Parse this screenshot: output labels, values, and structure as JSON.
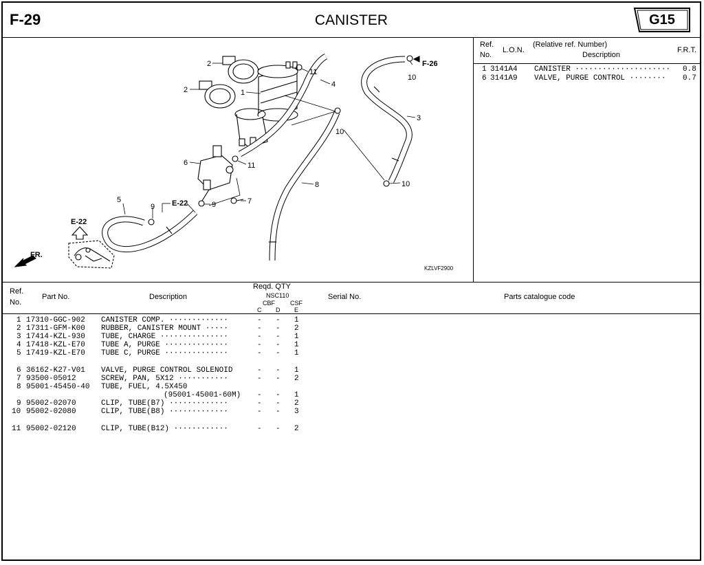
{
  "header": {
    "page_code": "F-29",
    "title": "CANISTER",
    "group_code": "G15"
  },
  "diagram": {
    "callouts": [
      "1",
      "2",
      "2",
      "3",
      "4",
      "5",
      "6",
      "7",
      "8",
      "9",
      "9",
      "10",
      "10",
      "10",
      "11",
      "11"
    ],
    "refs": {
      "f26": "F-26",
      "e22a": "E-22",
      "e22b": "E-22",
      "fr": "FR."
    },
    "drawing_code": "KZLVF2900"
  },
  "ref_table": {
    "headers": {
      "ref": "Ref.",
      "no": "No.",
      "lon": "L.O.N.",
      "rel": "(Relative ref. Number)",
      "desc": "Description",
      "frt": "F.R.T."
    },
    "rows": [
      {
        "ref": "1",
        "lon": "3141A4",
        "desc": "CANISTER ·····················",
        "frt": "0.8"
      },
      {
        "ref": "6",
        "lon": "3141A9",
        "desc": "VALVE, PURGE CONTROL ········",
        "frt": "0.7"
      }
    ]
  },
  "parts_table": {
    "headers": {
      "ref": "Ref.",
      "no": "No.",
      "part": "Part No.",
      "desc": "Description",
      "reqd": "Reqd. QTY",
      "model": "NSC110",
      "cbf": "CBF",
      "csf": "CSF",
      "c": "C",
      "d": "D",
      "e": "E",
      "serial": "Serial No.",
      "catalogue": "Parts catalogue code"
    },
    "rows": [
      {
        "ref": "1",
        "part": "17310-GGC-902",
        "desc": "CANISTER COMP. ·············",
        "c": "-",
        "d": "-",
        "e": "1"
      },
      {
        "ref": "2",
        "part": "17311-GFM-K00",
        "desc": "RUBBER, CANISTER MOUNT ·····",
        "c": "-",
        "d": "-",
        "e": "2"
      },
      {
        "ref": "3",
        "part": "17414-KZL-930",
        "desc": "TUBE, CHARGE ···············",
        "c": "-",
        "d": "-",
        "e": "1"
      },
      {
        "ref": "4",
        "part": "17418-KZL-E70",
        "desc": "TUBE A, PURGE ··············",
        "c": "-",
        "d": "-",
        "e": "1"
      },
      {
        "ref": "5",
        "part": "17419-KZL-E70",
        "desc": "TUBE C, PURGE ··············",
        "c": "-",
        "d": "-",
        "e": "1"
      },
      {
        "ref": "6",
        "part": "36162-K27-V01",
        "desc": "VALVE, PURGE CONTROL SOLENOID",
        "c": "-",
        "d": "-",
        "e": "1"
      },
      {
        "ref": "7",
        "part": "93500-05012",
        "desc": "SCREW, PAN, 5X12 ···········",
        "c": "-",
        "d": "-",
        "e": "2"
      },
      {
        "ref": "8",
        "part": "95001-45450-40",
        "desc": "TUBE, FUEL, 4.5X450",
        "sub": "(95001-45001-60M)",
        "c": "-",
        "d": "-",
        "e": "1"
      },
      {
        "ref": "9",
        "part": "95002-02070",
        "desc": "CLIP, TUBE(B7) ·············",
        "c": "-",
        "d": "-",
        "e": "2"
      },
      {
        "ref": "10",
        "part": "95002-02080",
        "desc": "CLIP, TUBE(B8) ·············",
        "c": "-",
        "d": "-",
        "e": "3"
      },
      {
        "ref": "11",
        "part": "95002-02120",
        "desc": "CLIP, TUBE(B12) ············",
        "c": "-",
        "d": "-",
        "e": "2"
      }
    ]
  }
}
